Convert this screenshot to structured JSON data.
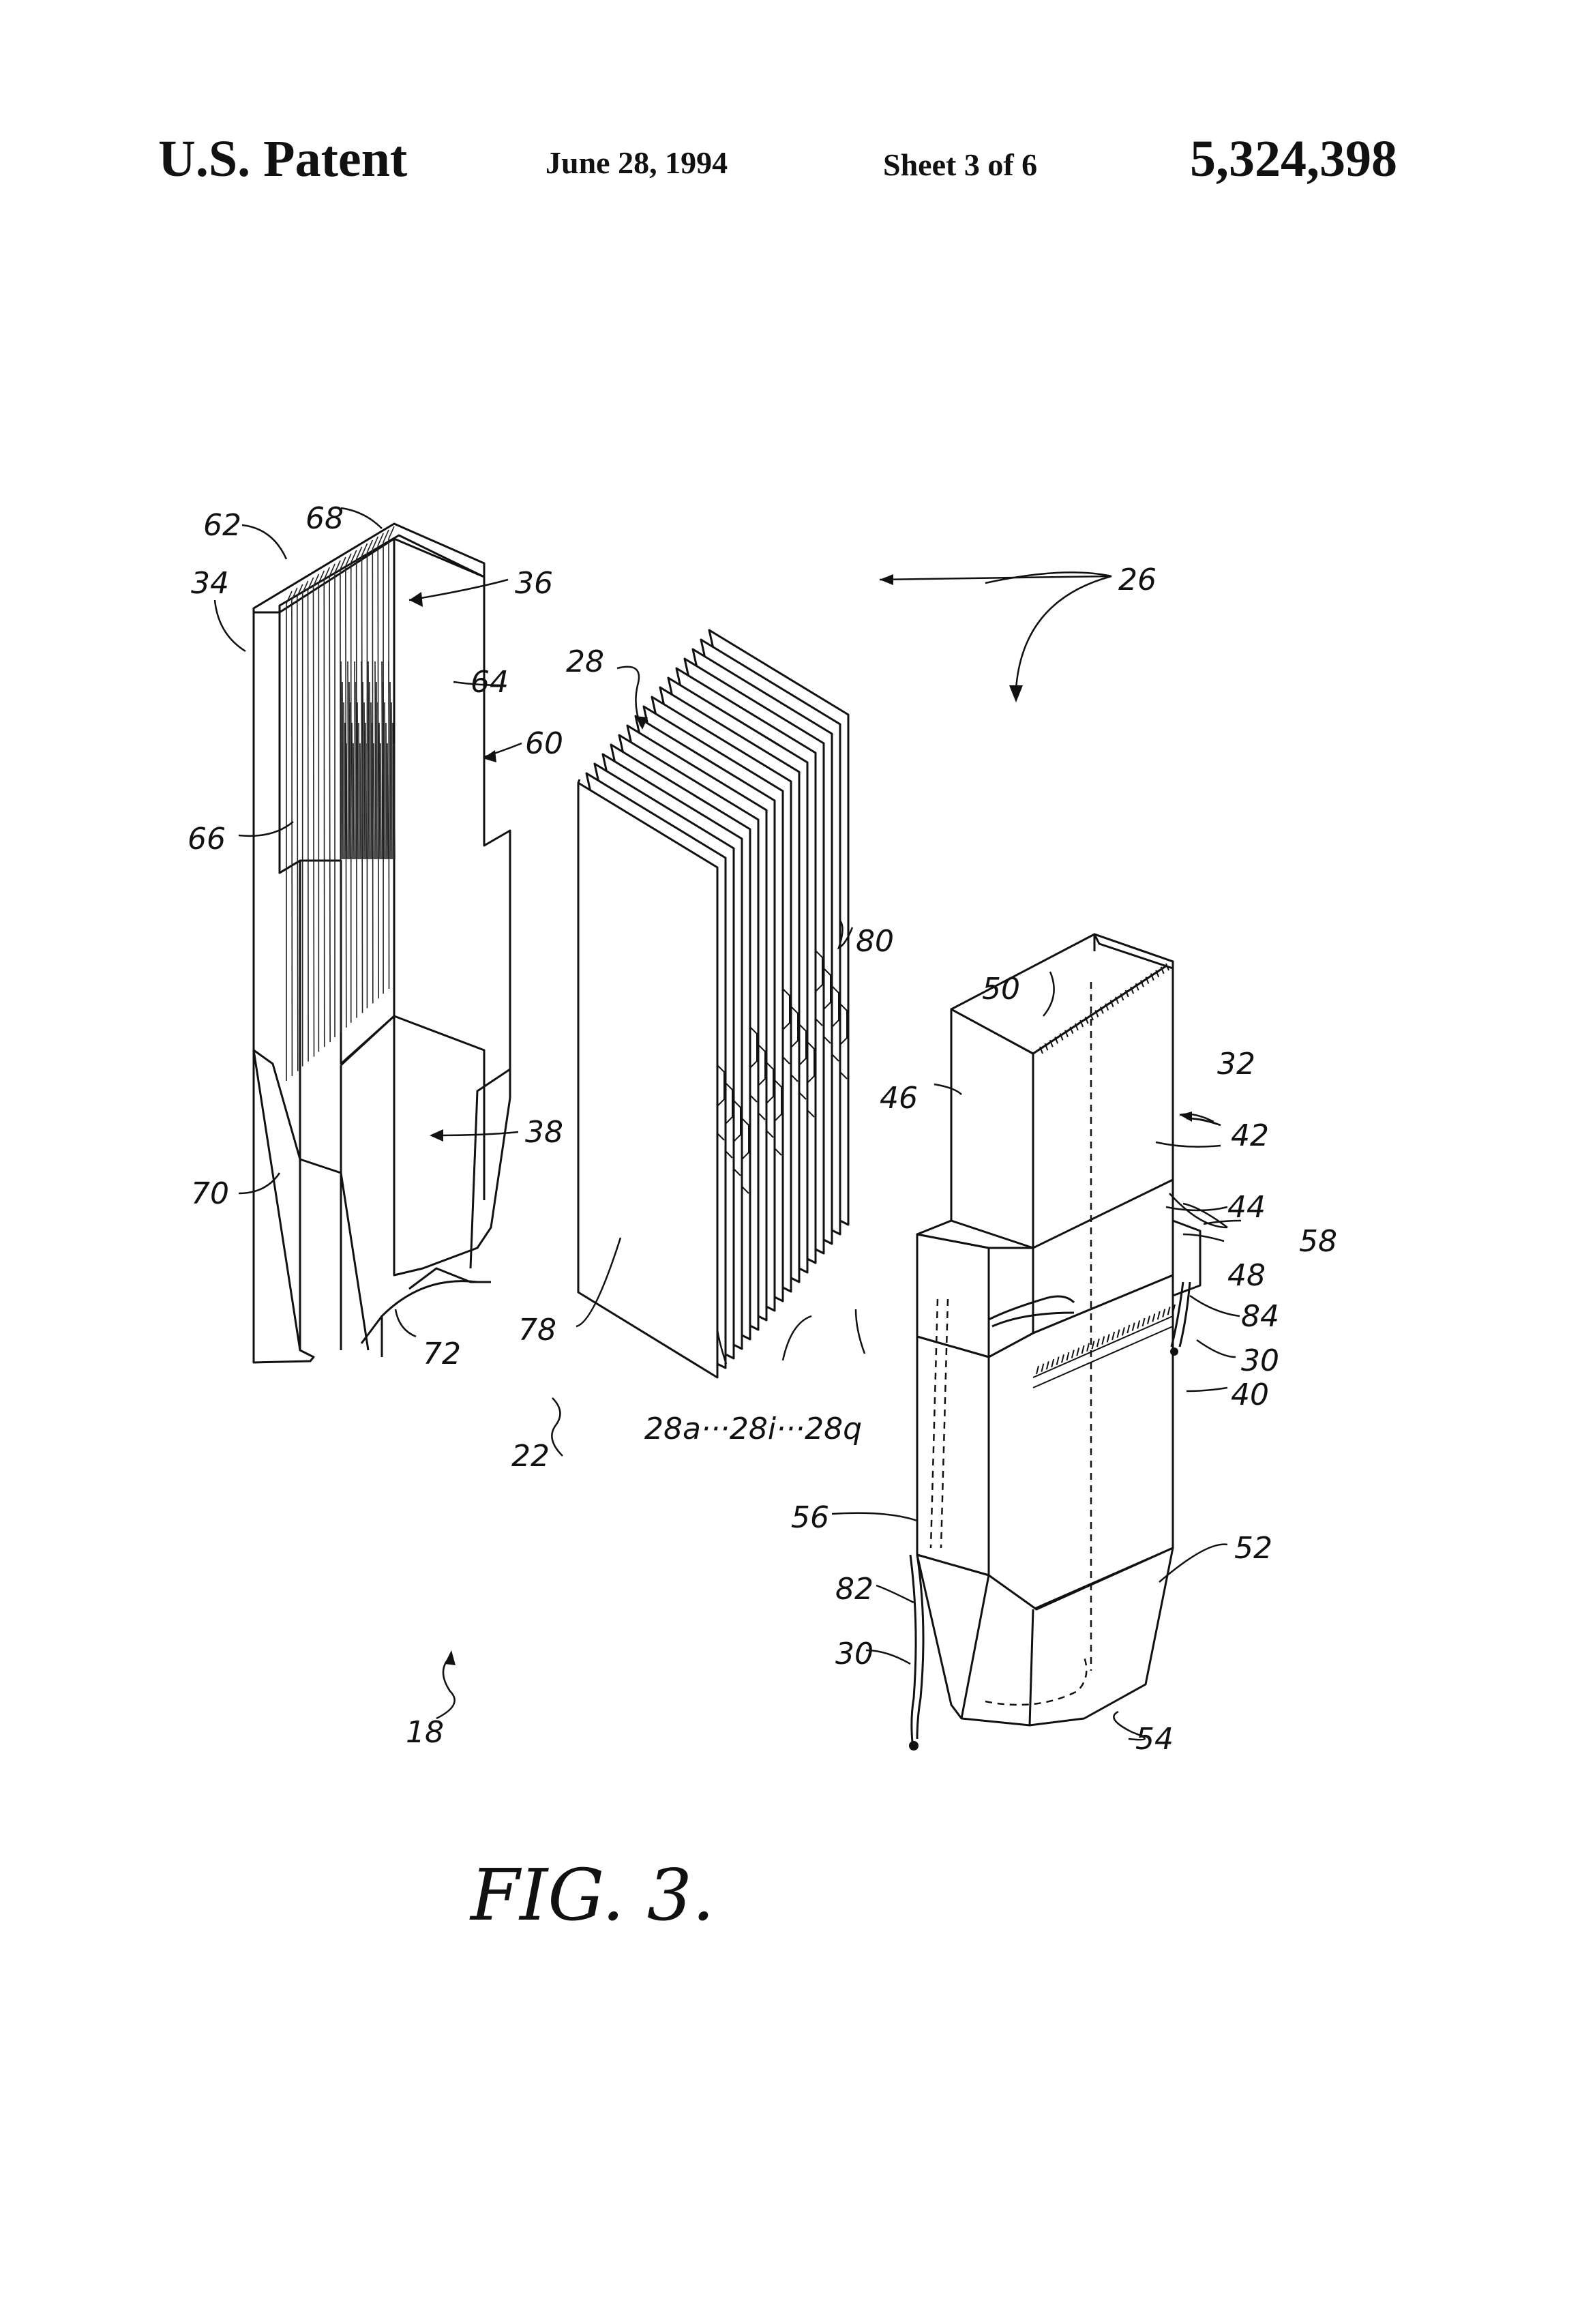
{
  "header": {
    "left": "U.S. Patent",
    "date": "June 28, 1994",
    "sheet": "Sheet 3 of 6",
    "patent_number": "5,324,398"
  },
  "figure": {
    "caption": "FIG. 3.",
    "labels": {
      "l18": "18",
      "l22": "22",
      "l26": "26",
      "l28": "28",
      "l28a": "28a···28i···28q",
      "l30a": "30",
      "l30b": "30",
      "l32": "32",
      "l34": "34",
      "l36": "36",
      "l38": "38",
      "l40": "40",
      "l42": "42",
      "l44": "44",
      "l46": "46",
      "l48": "48",
      "l50": "50",
      "l52": "52",
      "l54": "54",
      "l56": "56",
      "l58": "58",
      "l60": "60",
      "l62": "62",
      "l64": "64",
      "l66": "66",
      "l68": "68",
      "l70": "70",
      "l72": "72",
      "l78": "78",
      "l80": "80",
      "l82": "82",
      "l84": "84"
    }
  }
}
